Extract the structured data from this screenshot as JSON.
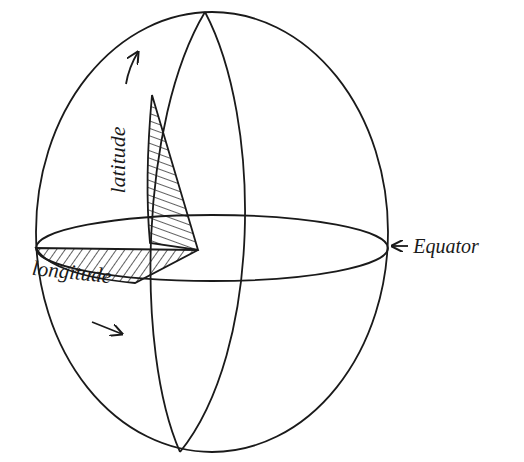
{
  "diagram": {
    "labels": [
      "latitude",
      "longitude",
      "Equator"
    ]
  }
}
